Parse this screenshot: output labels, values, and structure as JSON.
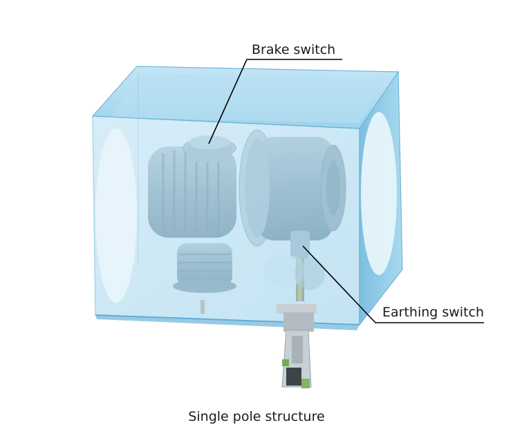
{
  "labels": {
    "brake_switch": "Brake switch",
    "earthing_switch": "Earthing switch",
    "caption": "Single pole structure"
  },
  "colors": {
    "enclosure_fill": "#9fd3ec",
    "enclosure_edge": "#5fb0d6",
    "window_fill": "#e6f3fa",
    "component_gray": "#b9c3c9",
    "leader_line": "#000000"
  }
}
